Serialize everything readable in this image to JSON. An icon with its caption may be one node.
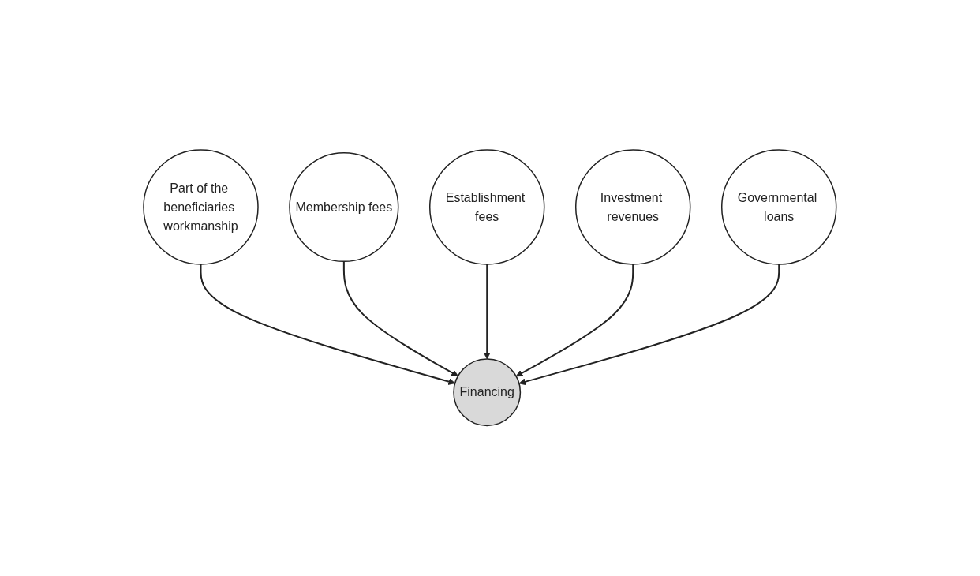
{
  "diagram": {
    "nodes": [
      {
        "text": [
          "Part of the beneficiaries workmanship"
        ]
      },
      {
        "text": [
          "Membership fees"
        ]
      },
      {
        "text": [
          "Establishment fees"
        ]
      },
      {
        "text": [
          "Investment revenues"
        ]
      },
      {
        "text": [
          "Governmental loans"
        ]
      },
      {
        "text": [
          "Financing"
        ]
      }
    ],
    "edges": [
      {
        "from": 0,
        "to": 5,
        "arrow": "to"
      },
      {
        "from": 1,
        "to": 5,
        "arrow": "to"
      },
      {
        "from": 2,
        "to": 5,
        "arrow": "to"
      },
      {
        "from": 3,
        "to": 5,
        "arrow": "to"
      },
      {
        "from": 4,
        "to": 5,
        "arrow": "to"
      }
    ]
  }
}
